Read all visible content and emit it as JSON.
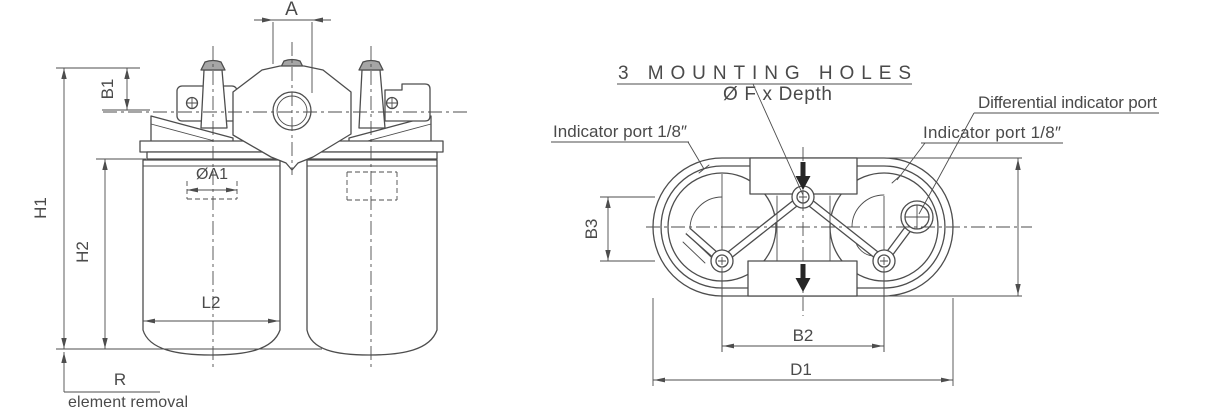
{
  "colors": {
    "line": "#4d4d4d",
    "text": "#4a4a4a",
    "arrow": "#262626",
    "knob_cap": "#a6a6a6",
    "background": "#ffffff"
  },
  "front_view": {
    "dims": {
      "a": "A",
      "b1": "B1",
      "h1": "H1",
      "h2": "H2",
      "da1": "ØA1",
      "l2": "L2",
      "r": "R"
    },
    "note_element_removal": "element removal"
  },
  "top_view": {
    "dims": {
      "b2": "B2",
      "b3": "B3",
      "d1": "D1"
    },
    "labels": {
      "mounting_holes": "3 MOUNTING HOLES",
      "mounting_spec": "Ø F x Depth",
      "indicator_left": "Indicator port 1/8″",
      "indicator_right": "Indicator port 1/8″",
      "differential": "Differential indicator port"
    }
  }
}
